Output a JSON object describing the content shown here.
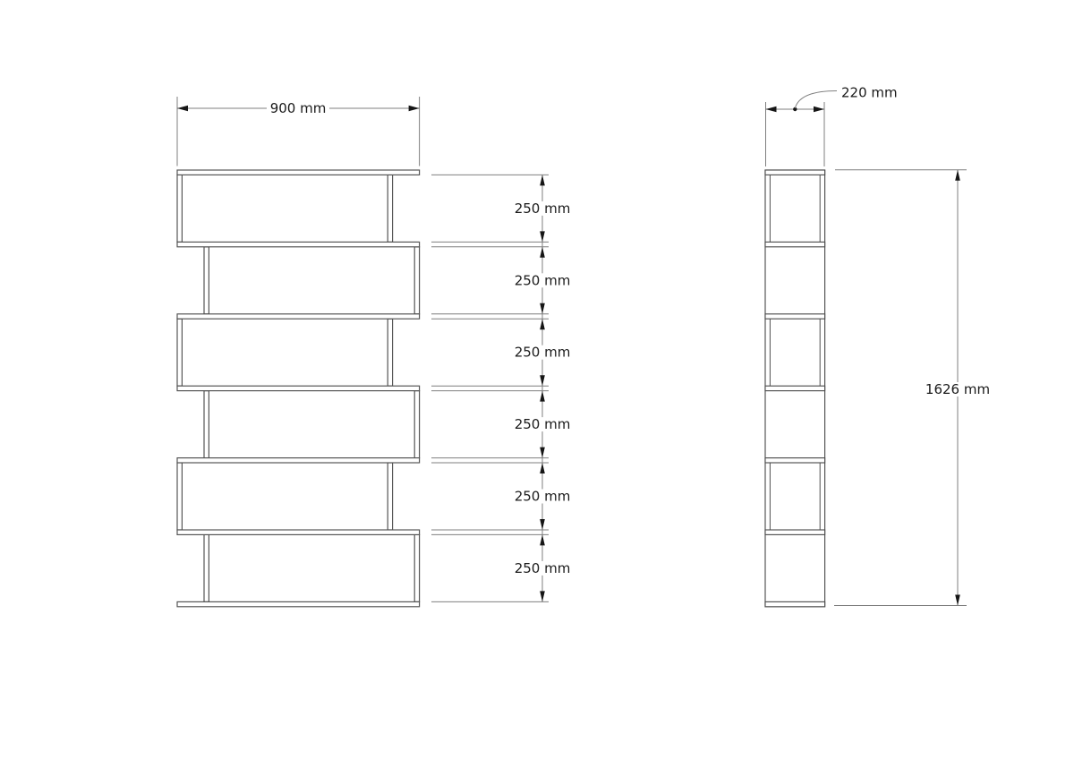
{
  "drawing": {
    "kind": "furniture dimension drawing",
    "background": "#ffffff",
    "views": {
      "front": {
        "shelf_count": 7,
        "opening_count": 6,
        "support_rows": 6
      },
      "side": {
        "shelf_count": 7,
        "open_box_rows": 3
      }
    }
  },
  "dimensions": {
    "front_width": {
      "label": "900 mm",
      "value_mm": 900
    },
    "side_depth": {
      "label": "220 mm",
      "value_mm": 220
    },
    "total_height": {
      "label": "1626 mm",
      "value_mm": 1626
    },
    "shelf_openings": [
      {
        "label": "250 mm",
        "value_mm": 250
      },
      {
        "label": "250 mm",
        "value_mm": 250
      },
      {
        "label": "250 mm",
        "value_mm": 250
      },
      {
        "label": "250 mm",
        "value_mm": 250
      },
      {
        "label": "250 mm",
        "value_mm": 250
      },
      {
        "label": "250 mm",
        "value_mm": 250
      }
    ]
  },
  "colors": {
    "background": "#ffffff",
    "structure_line": "#4f4f4f",
    "dimension_line": "#7f7f7f",
    "text": "#1a1a1a",
    "arrowhead": "#161616"
  }
}
